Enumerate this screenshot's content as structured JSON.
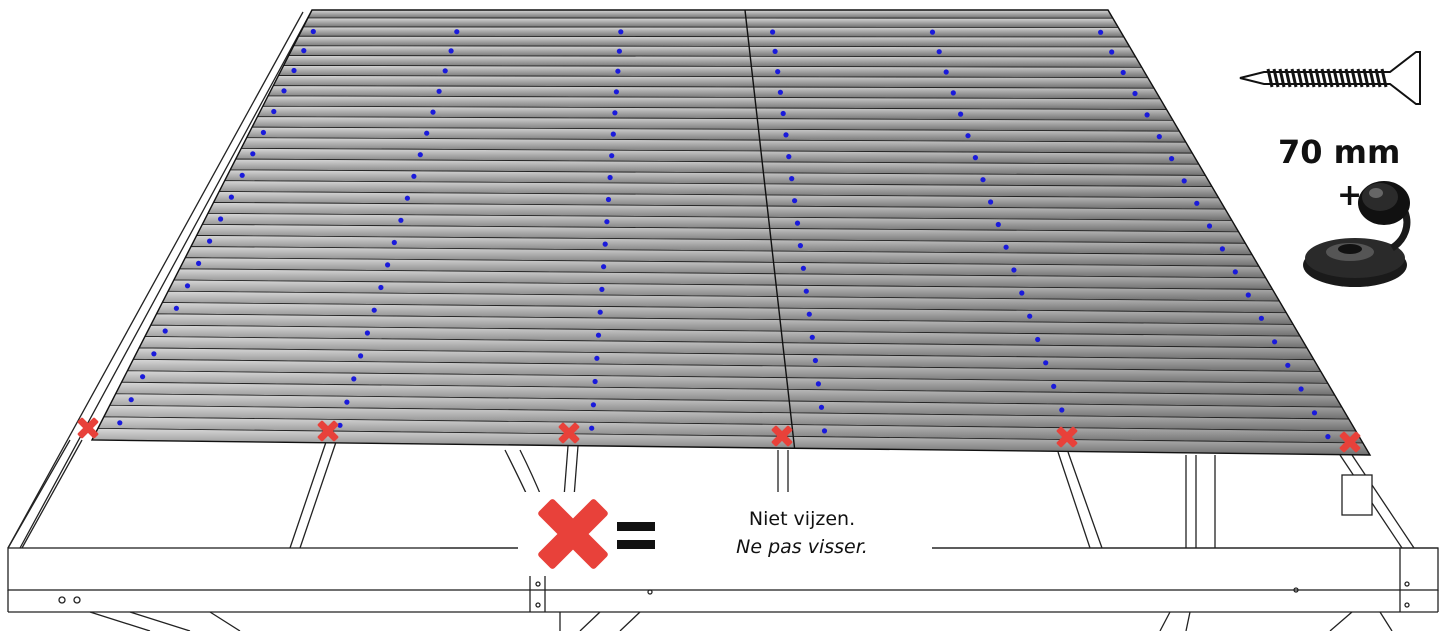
{
  "screw": {
    "icon": "screw-icon",
    "length_label": "70 mm",
    "plus_label": "+"
  },
  "washer": {
    "icon": "sealing-washer-cap-icon"
  },
  "legend": {
    "marker_icon": "red-x-icon",
    "equals": "=",
    "line_nl": "Niet vijzen.",
    "line_fr": "Ne pas visser."
  },
  "colors": {
    "no_screw_marker": "#e8413a",
    "screw_point": "#1a1adb",
    "roof_sheet": "#9a9a9a",
    "roof_sheet_highlight": "#cfcfcf"
  }
}
